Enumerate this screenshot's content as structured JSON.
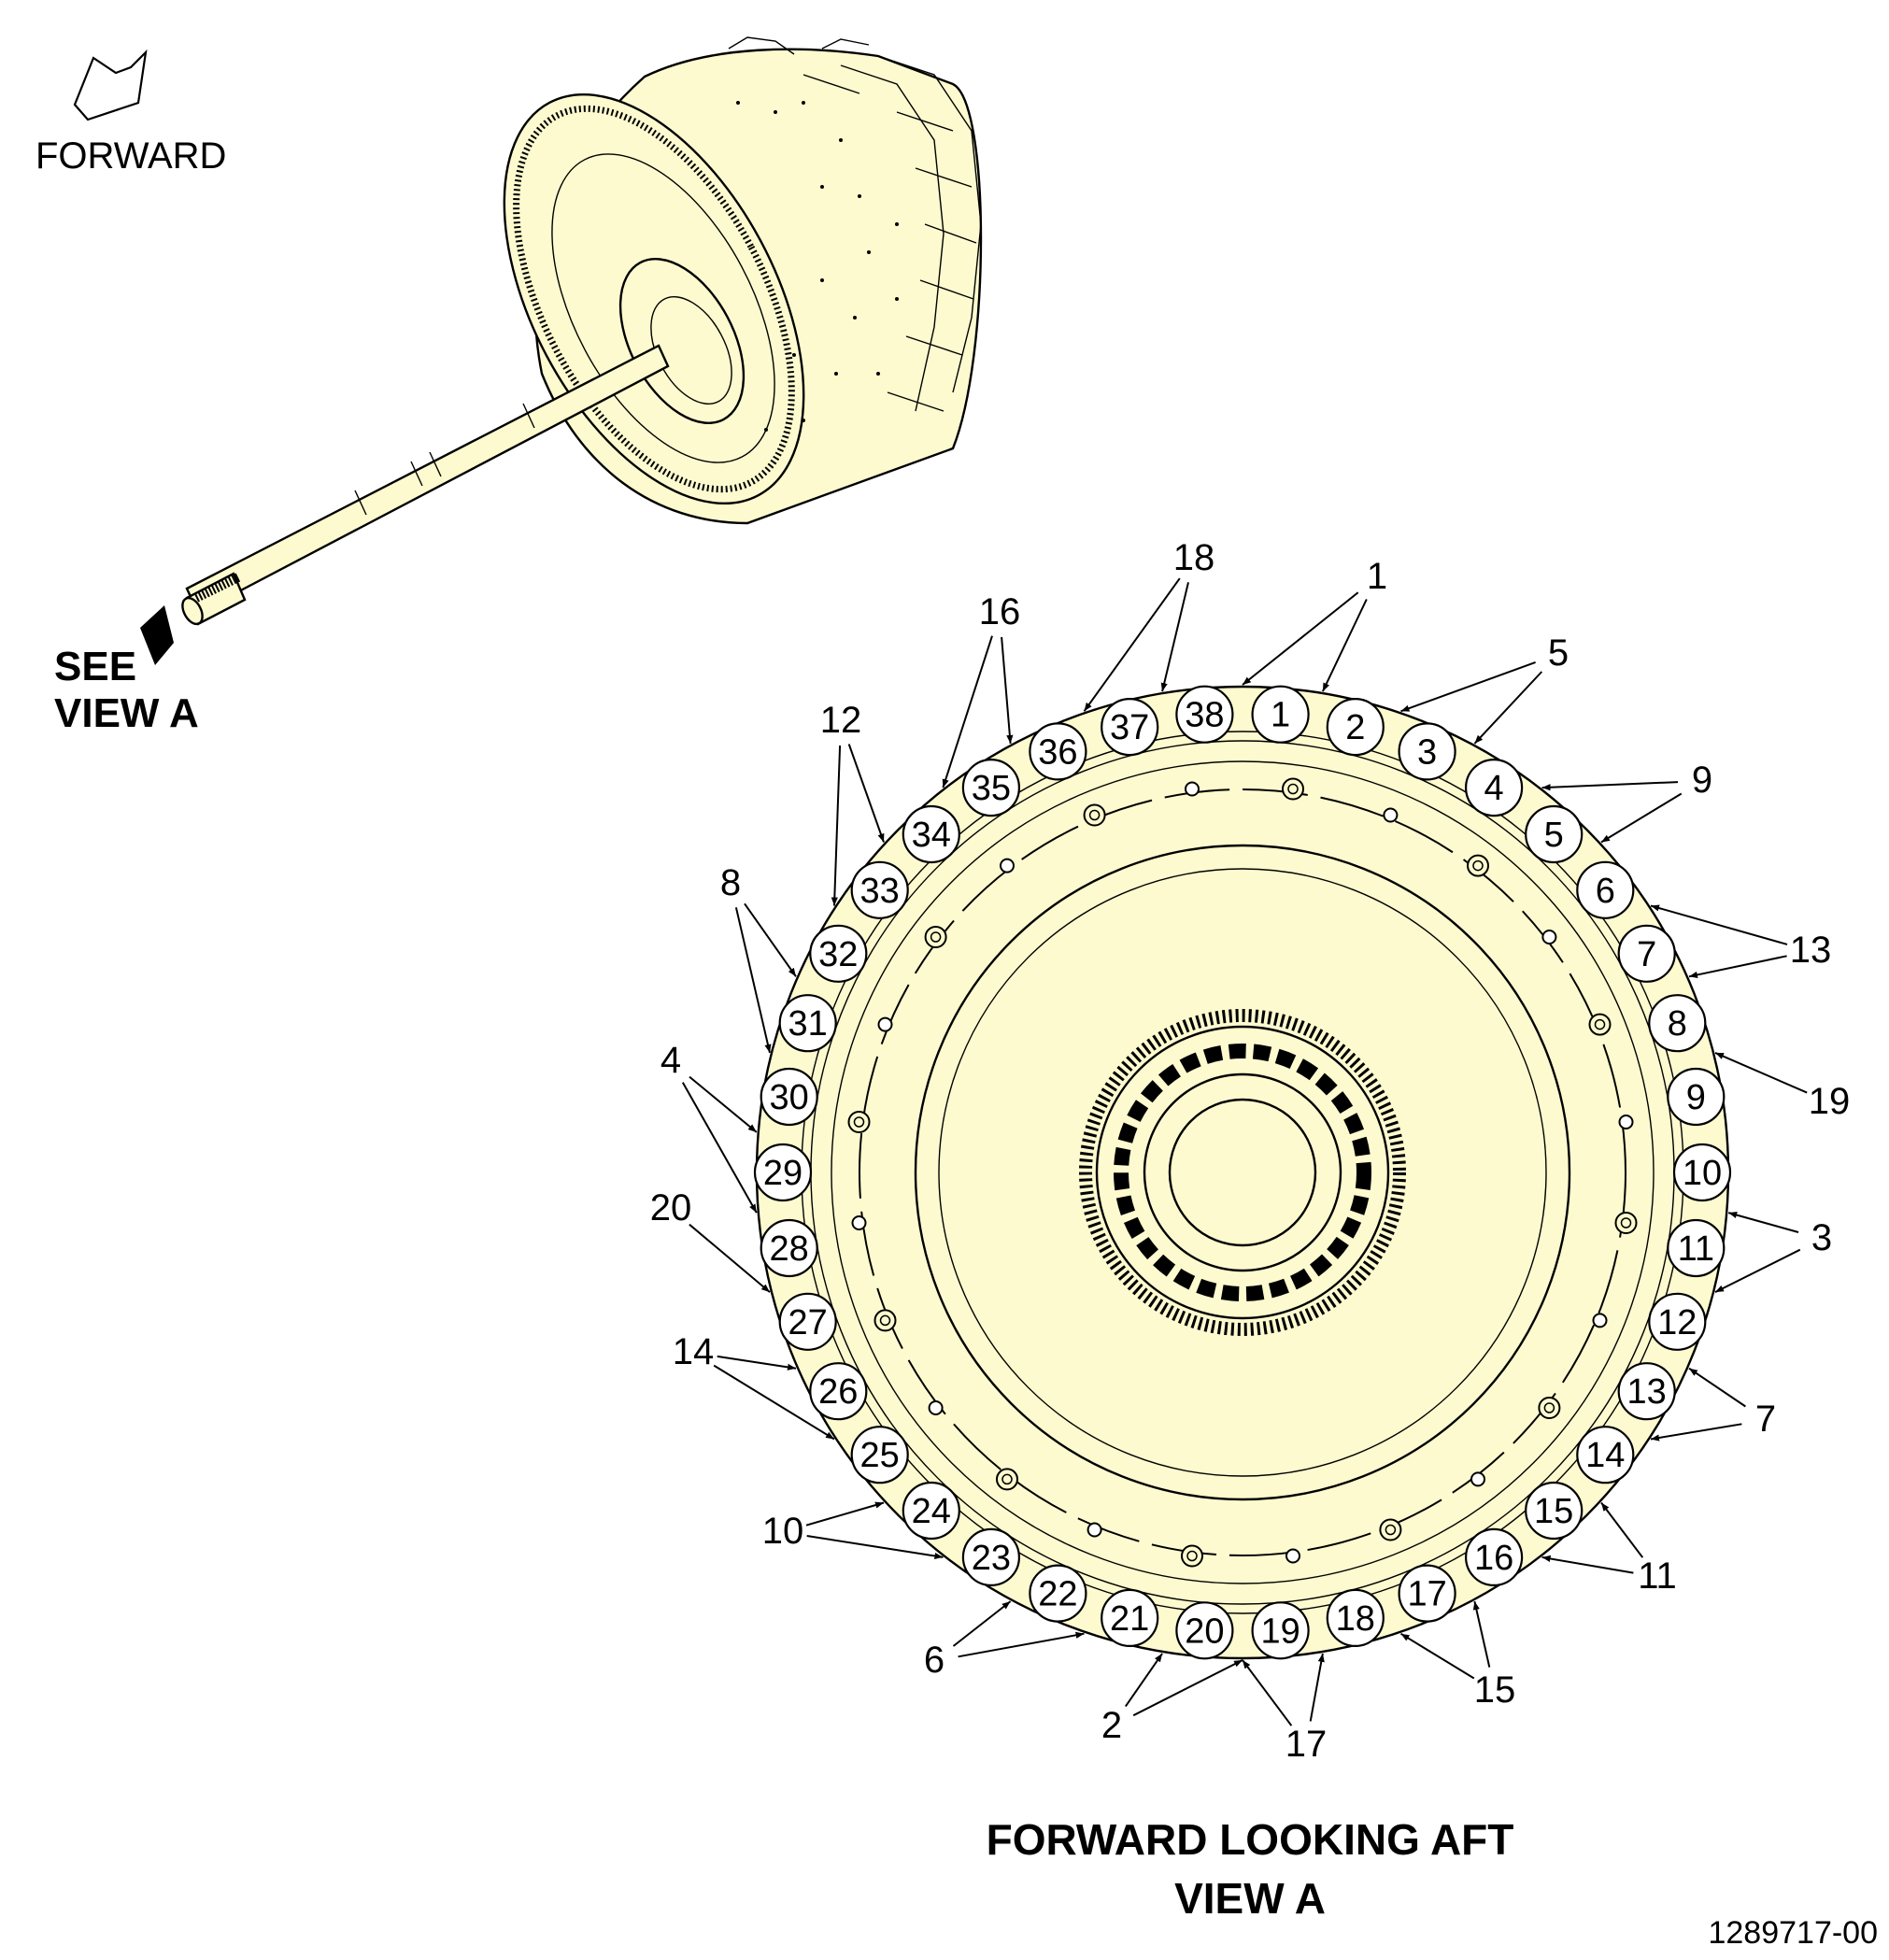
{
  "labels": {
    "forward": "FORWARD",
    "see_view_1": "SEE",
    "see_view_2": "VIEW A",
    "view_title_1": "FORWARD LOOKING AFT",
    "view_title_2": "VIEW A",
    "drawing_number": "1289717-00"
  },
  "colors": {
    "part_fill": "#fdfacf",
    "line": "#000000",
    "position_fill": "#ffffff"
  },
  "bolt_positions": [
    "1",
    "2",
    "3",
    "4",
    "5",
    "6",
    "7",
    "8",
    "9",
    "10",
    "11",
    "12",
    "13",
    "14",
    "15",
    "16",
    "17",
    "18",
    "19",
    "20",
    "21",
    "22",
    "23",
    "24",
    "25",
    "26",
    "27",
    "28",
    "29",
    "30",
    "31",
    "32",
    "33",
    "34",
    "35",
    "36",
    "37",
    "38"
  ],
  "callouts": [
    {
      "id": "c18",
      "label": "18"
    },
    {
      "id": "c1",
      "label": "1"
    },
    {
      "id": "c16",
      "label": "16"
    },
    {
      "id": "c5",
      "label": "5"
    },
    {
      "id": "c12a",
      "label": "12"
    },
    {
      "id": "c9",
      "label": "9"
    },
    {
      "id": "c8",
      "label": "8"
    },
    {
      "id": "c13",
      "label": "13"
    },
    {
      "id": "c4",
      "label": "4"
    },
    {
      "id": "c19",
      "label": "19"
    },
    {
      "id": "c20",
      "label": "20"
    },
    {
      "id": "c3",
      "label": "3"
    },
    {
      "id": "c14",
      "label": "14"
    },
    {
      "id": "c7",
      "label": "7"
    },
    {
      "id": "c10",
      "label": "10"
    },
    {
      "id": "c11",
      "label": "11"
    },
    {
      "id": "c6",
      "label": "6"
    },
    {
      "id": "c15",
      "label": "15"
    },
    {
      "id": "c2",
      "label": "2"
    },
    {
      "id": "c17",
      "label": "17"
    }
  ]
}
